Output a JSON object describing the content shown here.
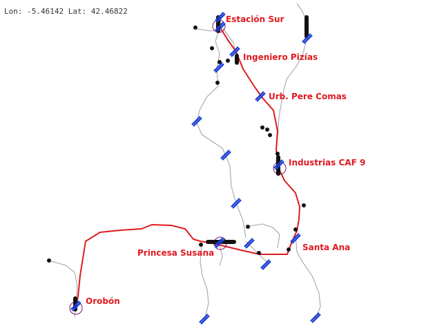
{
  "status": {
    "lon_label": "Lon:",
    "lon_value": "-5.46142",
    "lat_label": "Lat:",
    "lat_value": "42.46822"
  },
  "stations": [
    {
      "name": "Estación Sur"
    },
    {
      "name": "Ingeniero Pizías"
    },
    {
      "name": "Urb. Pere Comas"
    },
    {
      "name": "Industrias CAF 9"
    },
    {
      "name": "Santa Ana"
    },
    {
      "name": "Princesa Susana"
    },
    {
      "name": "Orobón"
    }
  ],
  "colors": {
    "route": "#e0191f",
    "track": "#a6a6a6",
    "signal": "#1c3fd6",
    "vehicle": "#111111",
    "station_ring": "#7a1a6a"
  },
  "icons": {
    "signal": "signal-marker-icon",
    "vehicle": "vehicle-dot-icon",
    "station": "station-ring-icon"
  }
}
